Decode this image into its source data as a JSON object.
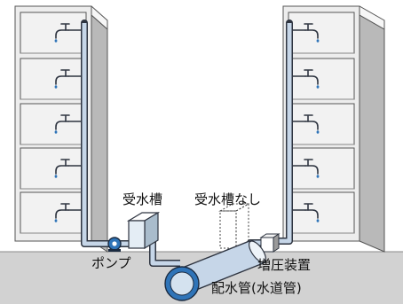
{
  "labels": {
    "tank": "受水槽",
    "no_tank": "受水槽なし",
    "pump": "ポンプ",
    "booster": "増圧装置",
    "main_pipe": "配水管(水道管)"
  },
  "colors": {
    "building_face": "#ededed",
    "building_side": "#b9b9b9",
    "building_roof": "#f6f6f6",
    "ground": "#d2d2d2",
    "pipe_fill": "#c6d6e8",
    "pipe_outline": "#2e3440",
    "pump": "#2f74b8"
  },
  "icons": [
    "faucet-icon",
    "pump-icon"
  ]
}
